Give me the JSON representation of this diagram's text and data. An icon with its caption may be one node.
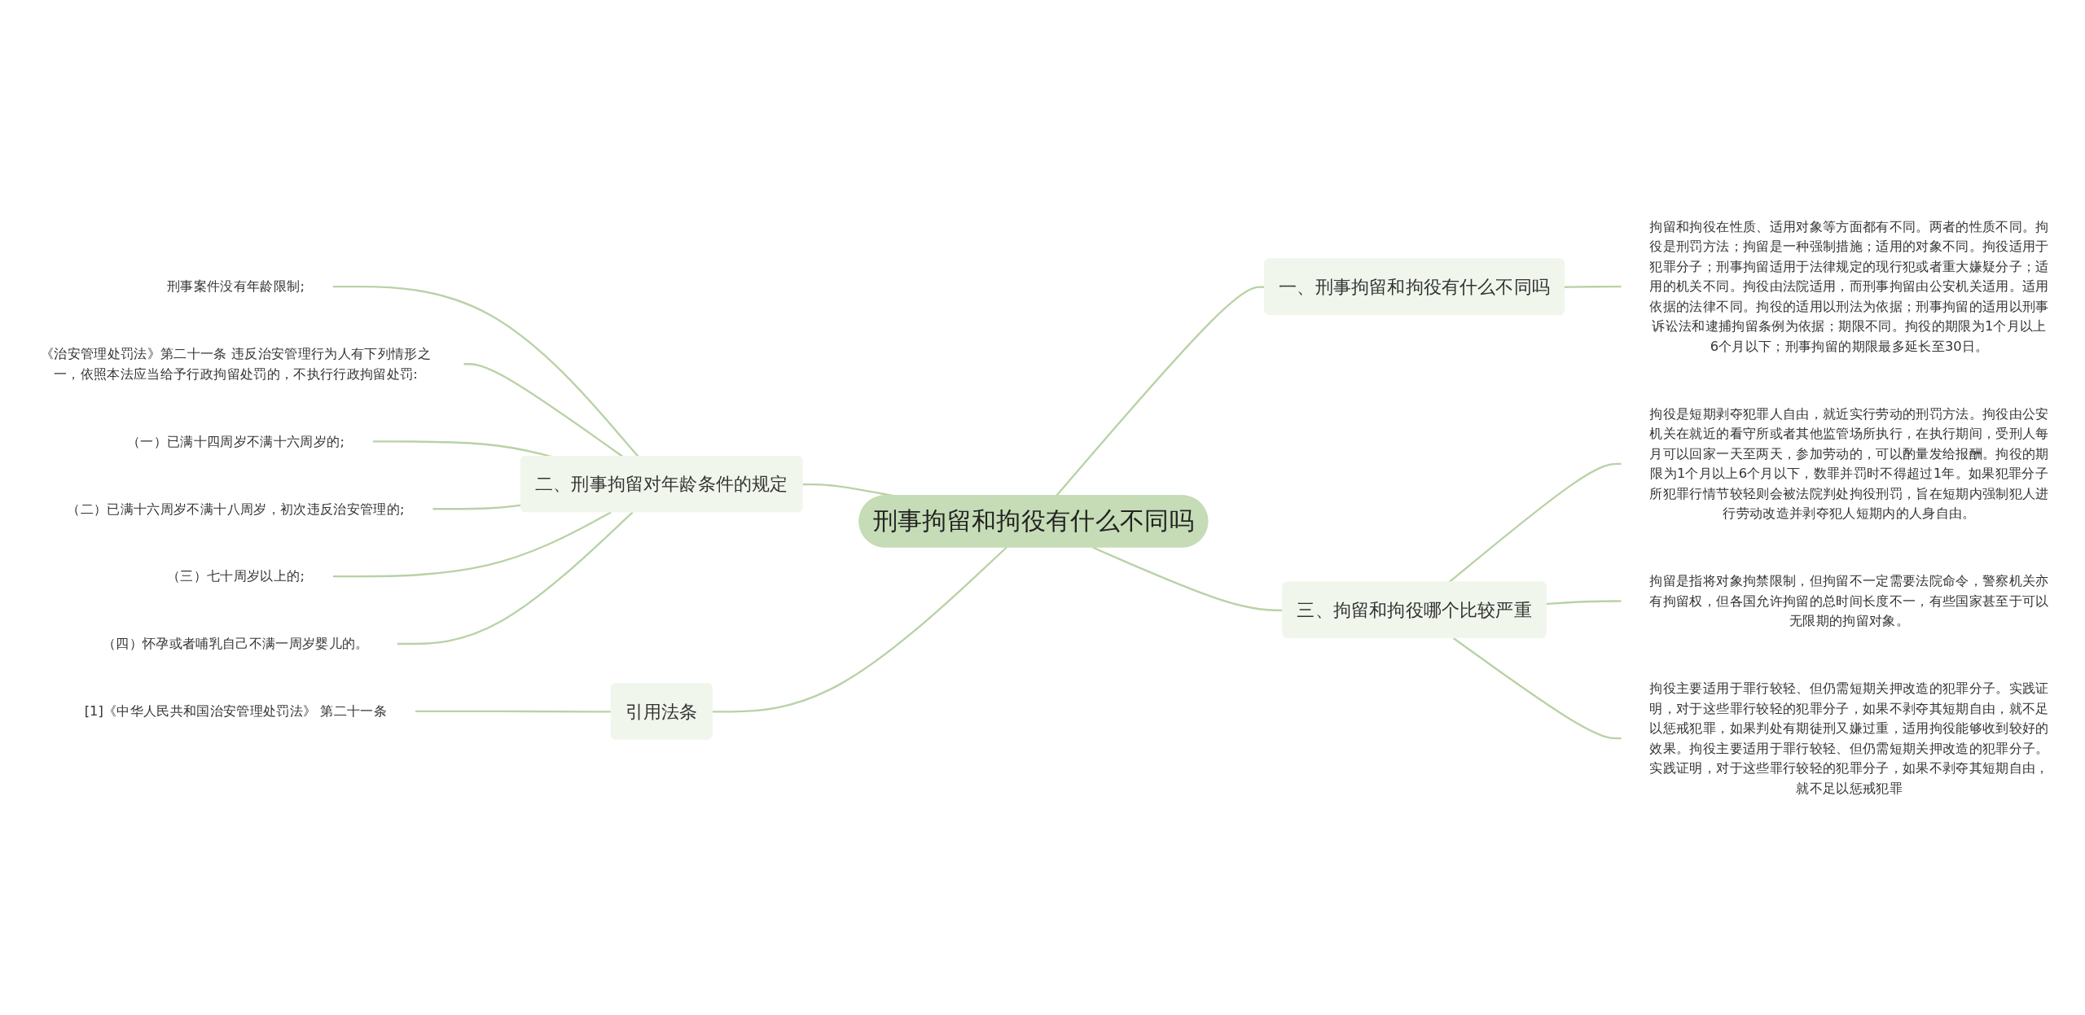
{
  "diagram": {
    "nodes": [
      {
        "text": [
          "刑事拘留和拘役有什么不同吗"
        ]
      },
      {
        "text": [
          "一、刑事拘留和拘役有什么不同吗"
        ]
      },
      {
        "text": [
          "拘留和拘役在性质、适用对象等方面都有不同。两者的性质不同。拘役是刑罚方法；拘留是一种强制措施；适用的对象不同。拘役适用于犯罪分子；刑事拘留适用于法律规定的现行犯或者重大嫌疑分子；适用的机关不同。拘役由法院适用，而刑事拘留由公安机关适用。适用依据的法律不同。拘役的适用以刑法为依据；刑事拘留的适用以刑事诉讼法和逮捕拘留条例为依据；期限不同。拘役的期限为1个月以上6个月以下；刑事拘留的期限最多延长至30日。"
        ]
      },
      {
        "text": [
          "二、刑事拘留对年龄条件的规定"
        ]
      },
      {
        "text": [
          "刑事案件没有年龄限制;"
        ]
      },
      {
        "text": [
          "《治安管理处罚法》第二十一条 违反治安管理行为人有下列情形之一，依照本法应当给予行政拘留处罚的，不执行行政拘留处罚:"
        ]
      },
      {
        "text": [
          "（一）已满十四周岁不满十六周岁的;"
        ]
      },
      {
        "text": [
          "（二）已满十六周岁不满十八周岁，初次违反治安管理的;"
        ]
      },
      {
        "text": [
          "（三）七十周岁以上的;"
        ]
      },
      {
        "text": [
          "（四）怀孕或者哺乳自己不满一周岁婴儿的。"
        ]
      },
      {
        "text": [
          "引用法条"
        ]
      },
      {
        "text": [
          "[1]《中华人民共和国治安管理处罚法》 第二十一条"
        ]
      },
      {
        "text": [
          "三、拘留和拘役哪个比较严重"
        ]
      },
      {
        "text": [
          "拘役是短期剥夺犯罪人自由，就近实行劳动的刑罚方法。拘役由公安机关在就近的看守所或者其他监管场所执行，在执行期间，受刑人每月可以回家一天至两天，参加劳动的，可以酌量发给报酬。拘役的期限为1个月以上6个月以下，数罪并罚时不得超过1年。如果犯罪分子所犯罪行情节较轻则会被法院判处拘役刑罚，旨在短期内强制犯人进行劳动改造并剥夺犯人短期内的人身自由。"
        ]
      },
      {
        "text": [
          "拘留是指将对象拘禁限制，但拘留不一定需要法院命令，警察机关亦有拘留权，但各国允许拘留的总时间长度不一，有些国家甚至于可以无限期的拘留对象。"
        ]
      },
      {
        "text": [
          "拘役主要适用于罪行较轻、但仍需短期关押改造的犯罪分子。实践证明，对于这些罪行较轻的犯罪分子，如果不剥夺其短期自由，就不足以惩戒犯罪，如果判处有期徒刑又嫌过重，适用拘役能够收到较好的效果。拘役主要适用于罪行较轻、但仍需短期关押改造的犯罪分子。实践证明，对于这些罪行较轻的犯罪分子，如果不剥夺其短期自由，就不足以惩戒犯罪"
        ]
      }
    ],
    "edges": [
      {
        "from": 0,
        "to": 1,
        "arrow": "none"
      },
      {
        "from": 1,
        "to": 2,
        "arrow": "none"
      },
      {
        "from": 0,
        "to": 3,
        "arrow": "none"
      },
      {
        "from": 3,
        "to": 4,
        "arrow": "none"
      },
      {
        "from": 3,
        "to": 5,
        "arrow": "none"
      },
      {
        "from": 3,
        "to": 6,
        "arrow": "none"
      },
      {
        "from": 3,
        "to": 7,
        "arrow": "none"
      },
      {
        "from": 3,
        "to": 8,
        "arrow": "none"
      },
      {
        "from": 3,
        "to": 9,
        "arrow": "none"
      },
      {
        "from": 0,
        "to": 10,
        "arrow": "none"
      },
      {
        "from": 10,
        "to": 11,
        "arrow": "none"
      },
      {
        "from": 0,
        "to": 12,
        "arrow": "none"
      },
      {
        "from": 12,
        "to": 13,
        "arrow": "none"
      },
      {
        "from": 12,
        "to": 14,
        "arrow": "none"
      },
      {
        "from": 12,
        "to": 15,
        "arrow": "none"
      }
    ]
  }
}
